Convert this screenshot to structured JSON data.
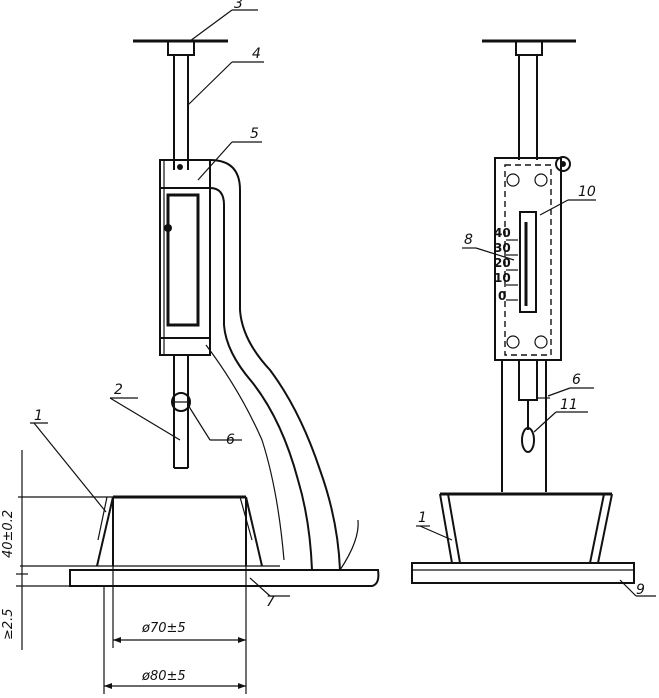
{
  "left_view": {
    "callouts": [
      "1",
      "2",
      "3",
      "4",
      "5",
      "6",
      "7"
    ],
    "dimensions": {
      "height": "40±0.2",
      "base": "≥2.5",
      "inner_diameter": "ø70±5",
      "outer_diameter": "ø80±5"
    }
  },
  "right_view": {
    "callouts": [
      "1",
      "6",
      "8",
      "9",
      "10",
      "11"
    ],
    "scale_marks": [
      "40",
      "30",
      "20",
      "10",
      "0"
    ]
  },
  "colors": {
    "ink": "#111111",
    "paper": "#ffffff"
  }
}
